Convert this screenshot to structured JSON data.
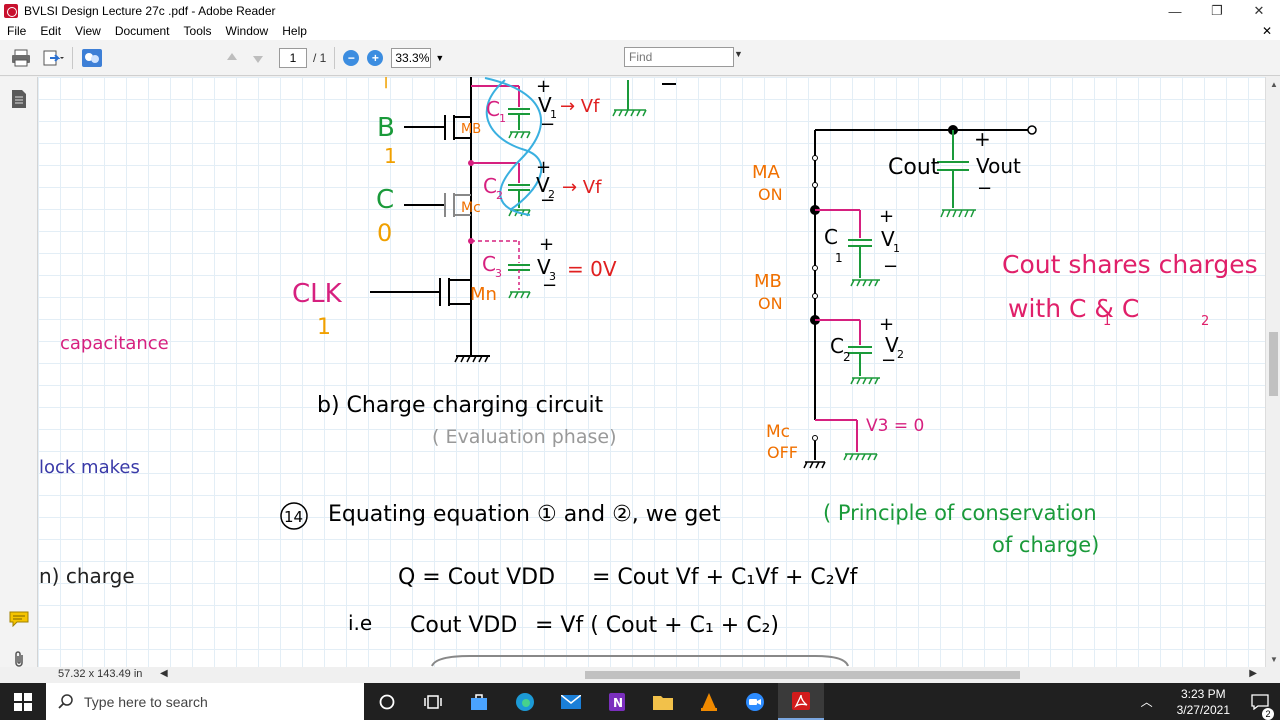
{
  "window": {
    "title": "BVLSI Design Lecture 27c .pdf - Adobe Reader",
    "minimize": "—",
    "maximize": "❐",
    "close": "✕"
  },
  "menu": {
    "items": [
      "File",
      "Edit",
      "View",
      "Document",
      "Tools",
      "Window",
      "Help"
    ],
    "close": "✕"
  },
  "toolbar": {
    "page_current": "1",
    "page_total": "/ 1",
    "zoom_out": "−",
    "zoom_in": "+",
    "zoom": "33.3%",
    "find_placeholder": "Find"
  },
  "status": {
    "dimensions": "57.32 x 143.49 in"
  },
  "taskbar": {
    "search_placeholder": "Type here to search",
    "time": "3:23 PM",
    "date": "3/27/2021",
    "notification_count": "2"
  },
  "doc": {
    "left_notes": {
      "capacitance": "capacitance",
      "lock_makes": "lock   makes",
      "charge": "n)  charge"
    },
    "circuit_b": {
      "B": "B",
      "C": "C",
      "B_value": "1",
      "C_value": "0",
      "CLK": "CLK",
      "CLK_value": "1",
      "C1": "C",
      "C1_sub": "1",
      "C2": "C",
      "C2_sub": "2",
      "C3": "C",
      "C3_sub": "3",
      "V1": "V",
      "V1_sub": "1",
      "V2": "V",
      "V2_sub": "2",
      "V3": "V",
      "V3_sub": "3",
      "Vf1": "→ Vf",
      "Vf2": "→ Vf",
      "V3_eq": "= 0V",
      "MB": "MB",
      "MC": "Mc",
      "Mn": "Mn",
      "caption": "b)  Charge   charging   circuit",
      "subcaption": "( Evaluation  phase)"
    },
    "circuit_right": {
      "Cout": "Cout",
      "Vout": "Vout",
      "MA_on": [
        "MA",
        "ON"
      ],
      "MB_on": [
        "MB",
        "ON"
      ],
      "MC_off": [
        "Mc",
        "OFF"
      ],
      "C1": "C",
      "C1_sub": "1",
      "V1": "V",
      "V1_sub": "1",
      "C2": "C",
      "C2_sub": "2",
      "V2": "V",
      "V2_sub": "2",
      "V3": "V3 = 0",
      "note_line1": "Cout  shares  charges",
      "note_line2": "with  C  &  C",
      "note_sub1": "1",
      "note_sub2": "2"
    },
    "eq14": {
      "num": "14",
      "text": "Equating  equation  ①  and  ②,  we  get",
      "principle": "( Principle  of  conservation",
      "principle2": "of  charge)"
    },
    "eq_q": {
      "lhs": "Q  =  Cout VDD",
      "rhs": "=    Cout Vf  +  C₁Vf  +  C₂Vf"
    },
    "eq_ie": {
      "prefix": "i.e",
      "lhs": "Cout VDD",
      "rhs": "=    Vf  (  Cout  + C₁  +  C₂)"
    }
  }
}
